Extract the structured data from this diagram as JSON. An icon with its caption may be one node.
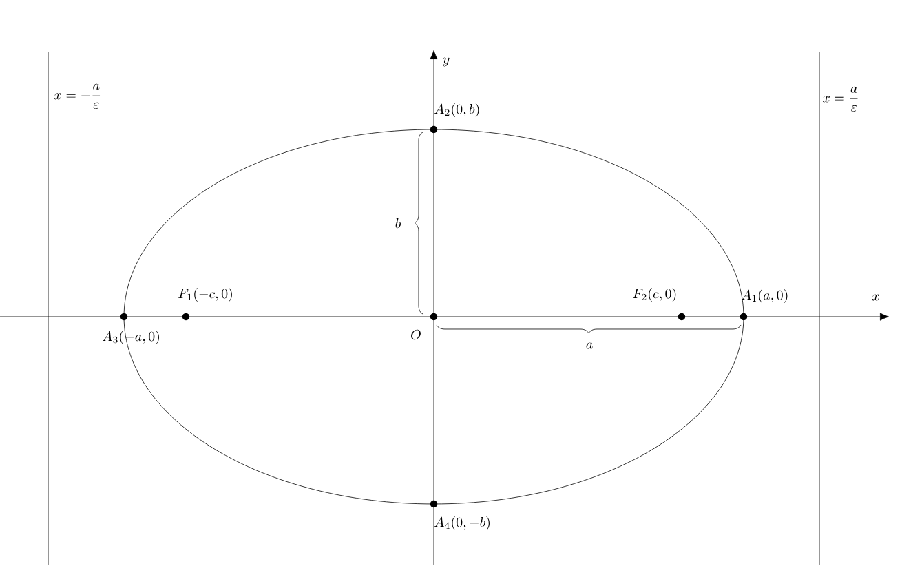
{
  "diagram": {
    "labels": [
      "x",
      "y",
      "x=-\\frac{a}{\\varepsilon}",
      "x=\\frac{a}{\\varepsilon}",
      "A_2(0,b)",
      "b",
      "F_1(-c,0)",
      "A_3(-a,0)",
      "O",
      "F_2(c,0)",
      "A_1(a,0)",
      "a",
      "A_4(0,-b)"
    ]
  }
}
